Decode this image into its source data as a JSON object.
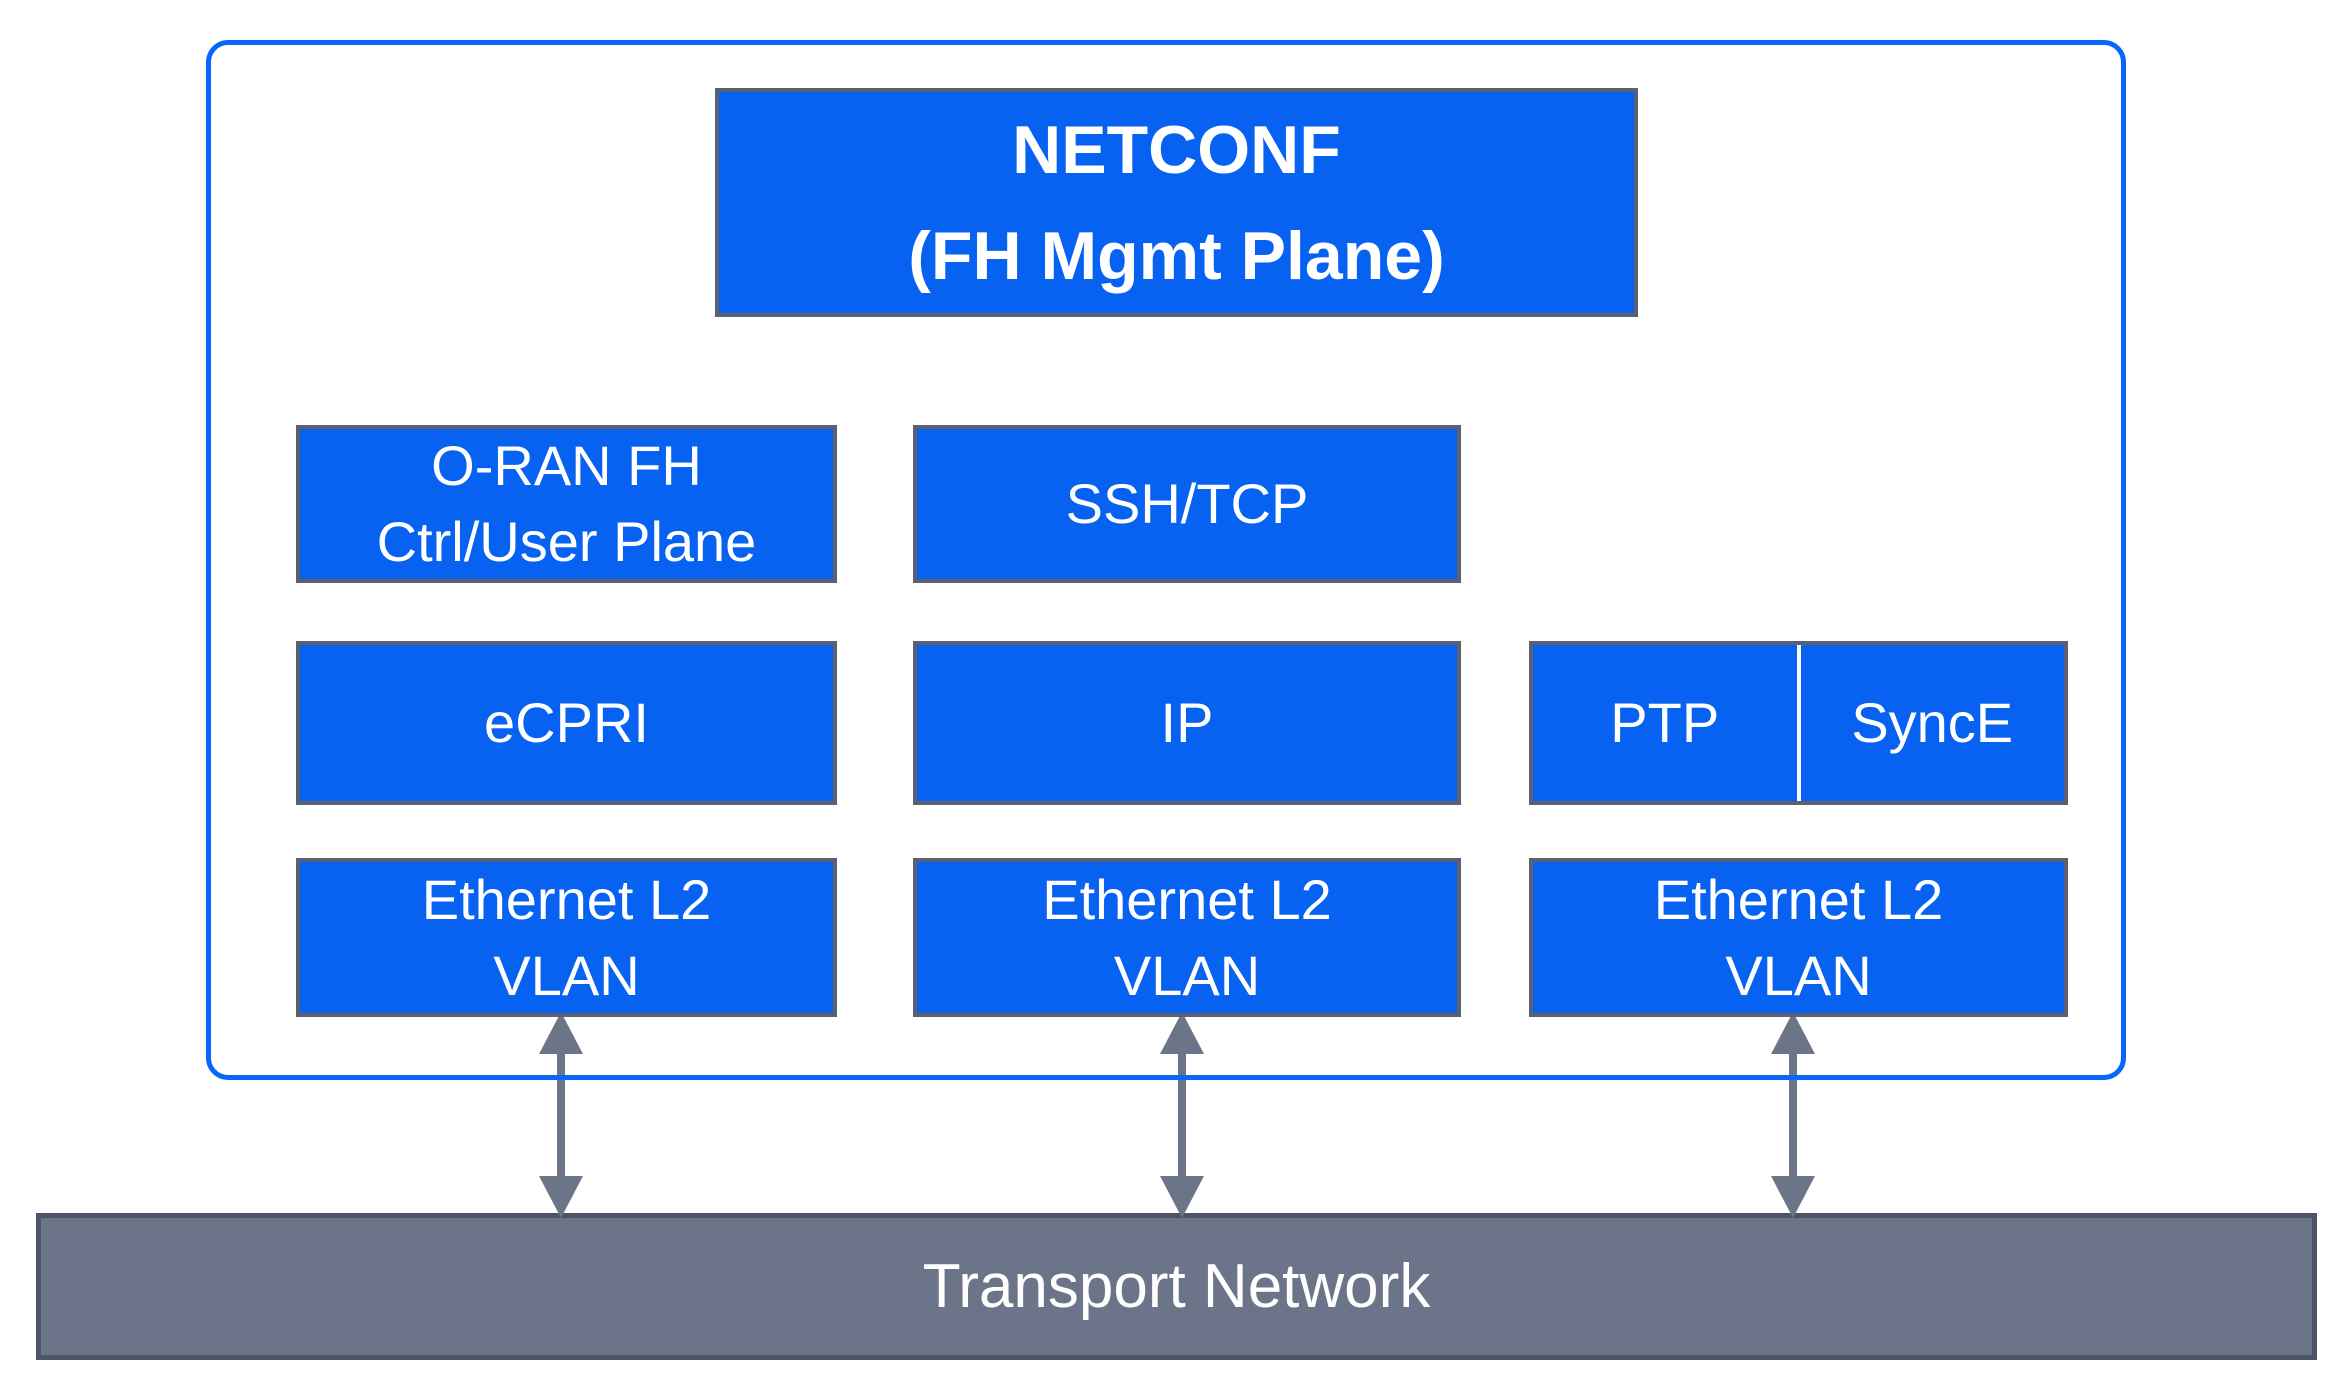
{
  "diagram": {
    "netconf": {
      "line1": "NETCONF",
      "line2": "(FH Mgmt Plane)"
    },
    "oran": {
      "line1": "O-RAN FH",
      "line2": "Ctrl/User Plane"
    },
    "ssh": {
      "label": "SSH/TCP"
    },
    "ecpri": {
      "label": "eCPRI"
    },
    "ip": {
      "label": "IP"
    },
    "ptp": {
      "label": "PTP"
    },
    "synce": {
      "label": "SyncE"
    },
    "eth1": {
      "line1": "Ethernet L2",
      "line2": "VLAN"
    },
    "eth2": {
      "line1": "Ethernet L2",
      "line2": "VLAN"
    },
    "eth3": {
      "line1": "Ethernet L2",
      "line2": "VLAN"
    },
    "transport": {
      "label": "Transport Network"
    },
    "colors": {
      "box_fill": "#0762f2",
      "box_border": "#5a6070",
      "outer_border": "#0767fc",
      "transport_fill": "#6b7488",
      "transport_border": "#4d5466",
      "arrow": "#6c7488",
      "text": "#ffffff"
    }
  }
}
